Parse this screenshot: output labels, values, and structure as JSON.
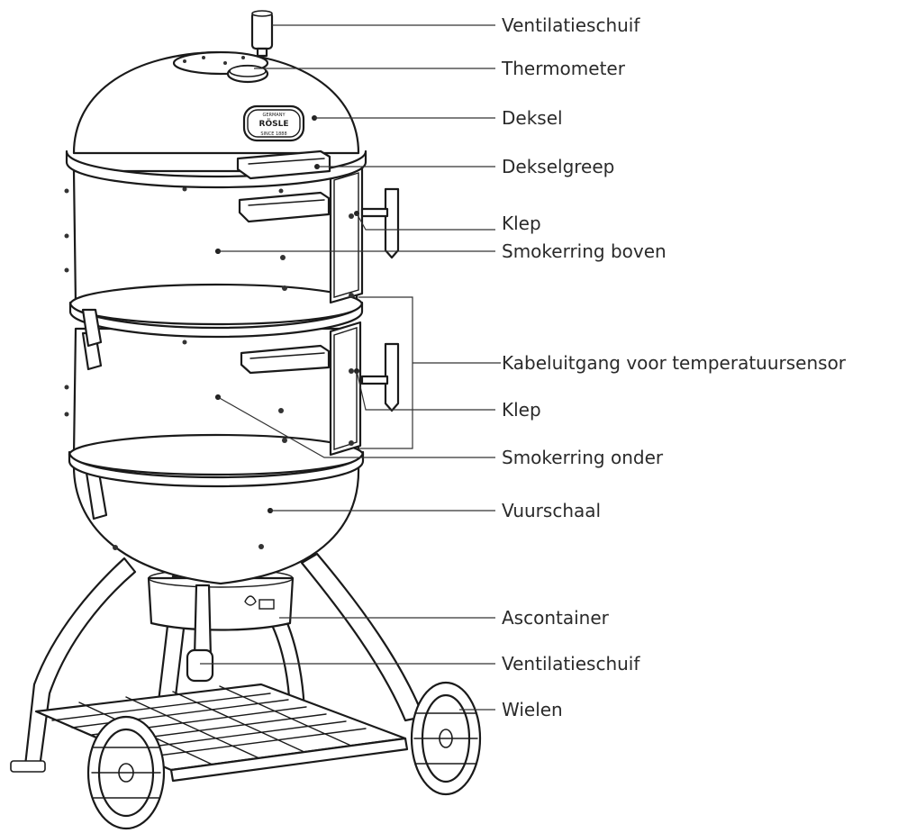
{
  "labels": {
    "vent_top": "Ventilatieschuif",
    "thermometer": "Thermometer",
    "lid": "Deksel",
    "lid_handle": "Dekselgreep",
    "door_upper": "Klep",
    "ring_upper": "Smokerring boven",
    "cable_exit": "Kabeluitgang voor temperatuursensor",
    "door_lower": "Klep",
    "ring_lower": "Smokerring onder",
    "fire_bowl": "Vuurschaal",
    "ash_container": "Ascontainer",
    "vent_bottom": "Ventilatieschuif",
    "wheels": "Wielen"
  },
  "badge": {
    "line1": "RÖSLE",
    "line2": "SINCE 1888",
    "line3": "GERMANY"
  }
}
